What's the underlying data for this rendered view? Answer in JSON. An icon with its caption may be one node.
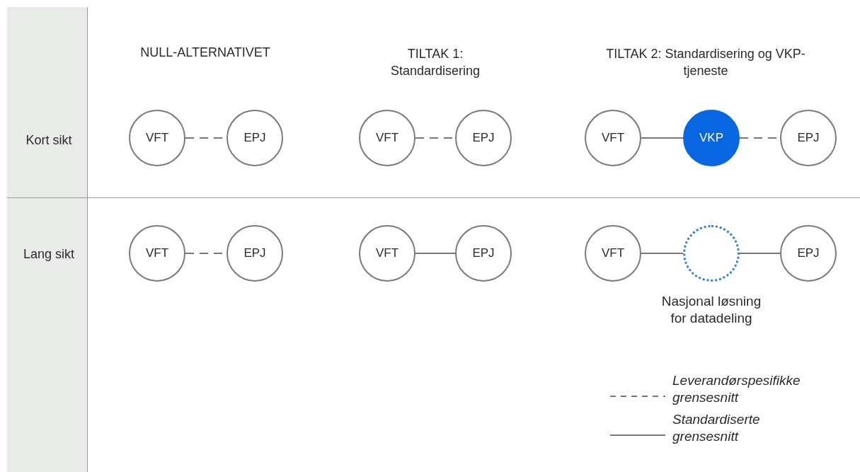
{
  "diagram": {
    "nodes": [
      {
        "text": [
          "VFT"
        ]
      },
      {
        "text": [
          "EPJ"
        ]
      },
      {
        "text": [
          "VFT"
        ]
      },
      {
        "text": [
          "EPJ"
        ]
      },
      {
        "text": [
          "VFT"
        ]
      },
      {
        "text": [
          "VKP"
        ]
      },
      {
        "text": [
          "EPJ"
        ]
      },
      {
        "text": [
          "VFT"
        ]
      },
      {
        "text": [
          "EPJ"
        ]
      },
      {
        "text": [
          "VFT"
        ]
      },
      {
        "text": [
          "EPJ"
        ]
      },
      {
        "text": [
          "VFT"
        ]
      },
      {
        "text": [],
        "shape": "circle",
        "beside": [
          "Nasjonal løsning for datadeling"
        ]
      },
      {
        "text": [
          "EPJ"
        ]
      }
    ],
    "edges": [
      {
        "from": 0,
        "to": 1,
        "arrow": "none",
        "style": "dashed"
      },
      {
        "from": 2,
        "to": 3,
        "arrow": "none",
        "style": "dashed"
      },
      {
        "from": 4,
        "to": 5,
        "arrow": "none"
      },
      {
        "from": 5,
        "to": 6,
        "arrow": "none",
        "style": "dashed"
      },
      {
        "from": 7,
        "to": 8,
        "arrow": "none",
        "style": "dashed"
      },
      {
        "from": 9,
        "to": 10,
        "arrow": "none"
      },
      {
        "from": 11,
        "to": 12,
        "arrow": "none"
      },
      {
        "from": 12,
        "to": 13,
        "arrow": "none"
      }
    ],
    "labels": [
      "NULL-ALTERNATIVET",
      "TILTAK 1: Standardisering",
      "TILTAK 2: Standardisering og VKP-tjeneste",
      "Kort sikt",
      "Lang sikt"
    ],
    "legend": [
      {
        "text": "Leverandørspesifikke grensesnitt"
      },
      {
        "text": "Standardiserte grensesnitt"
      }
    ]
  }
}
